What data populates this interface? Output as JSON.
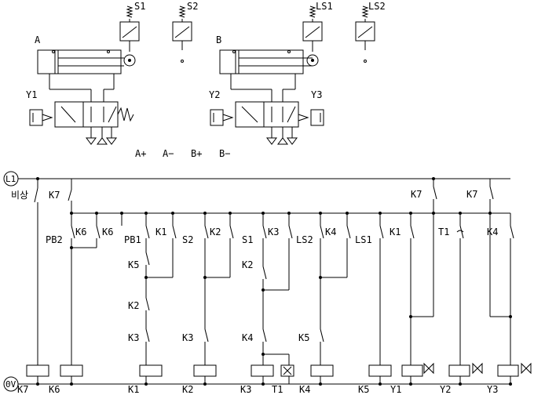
{
  "pneumatic": {
    "cylinder_a": "A",
    "cylinder_b": "B",
    "sensors": [
      "S1",
      "S2",
      "LS1",
      "LS2"
    ],
    "valves": [
      "Y1",
      "Y2",
      "Y3"
    ],
    "sequence": [
      "A+",
      "A−",
      "B+",
      "B−"
    ]
  },
  "ladder": {
    "supply_top": "L1",
    "supply_bottom": "0V",
    "emergency": "비상",
    "contacts": {
      "k7_main": "K7",
      "pb2": "PB2",
      "k6_a": "K6",
      "k6_b": "K6",
      "pb1": "PB1",
      "k1_a": "K1",
      "s2": "S2",
      "k2_a": "K2",
      "s1": "S1",
      "k3_a": "K3",
      "ls2": "LS2",
      "k4_a": "K4",
      "ls1": "LS1",
      "k1_b": "K1",
      "t1": "T1",
      "k4_b": "K4",
      "k7_b": "K7",
      "k7_c": "K7",
      "k5_a": "K5",
      "k2_b": "K2",
      "k3_b": "K3",
      "k2_c": "K2",
      "k3_c": "K3",
      "k4_c": "K4",
      "k5_b": "K5"
    },
    "coils": [
      "K7",
      "K6",
      "K1",
      "K2",
      "K3",
      "T1",
      "K4",
      "K5",
      "Y1",
      "Y2",
      "Y3"
    ]
  }
}
